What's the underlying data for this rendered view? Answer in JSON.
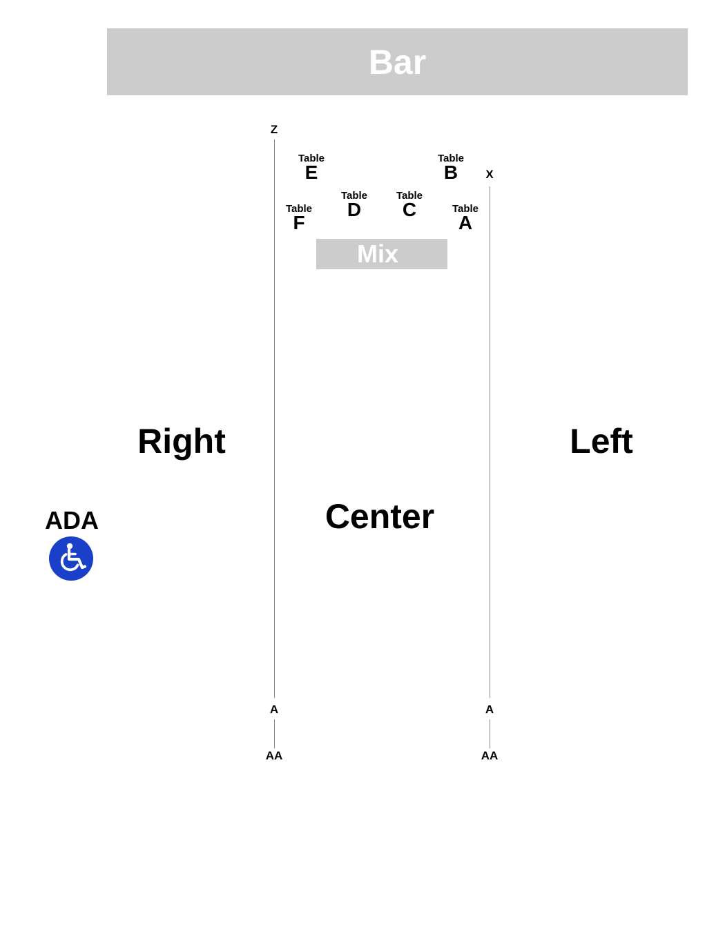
{
  "bar": {
    "label": "Bar"
  },
  "mix": {
    "label": "Mix"
  },
  "sections": {
    "right": "Right",
    "center": "Center",
    "left": "Left"
  },
  "ada": {
    "label": "ADA",
    "icon": "wheelchair-accessible-icon",
    "icon_color": "#1a3fc9"
  },
  "aisle_markers": {
    "right_aisle_top": "Z",
    "left_aisle_top": "X",
    "right_aisle_bottom": "A",
    "left_aisle_bottom": "A",
    "right_aisle_last": "AA",
    "left_aisle_last": "AA"
  },
  "tables": {
    "word": "Table",
    "letters": {
      "e": "E",
      "b": "B",
      "d": "D",
      "c": "C",
      "f": "F",
      "a": "A"
    }
  },
  "colors": {
    "block_fill": "#cccccc",
    "aisle_line": "#888888"
  }
}
